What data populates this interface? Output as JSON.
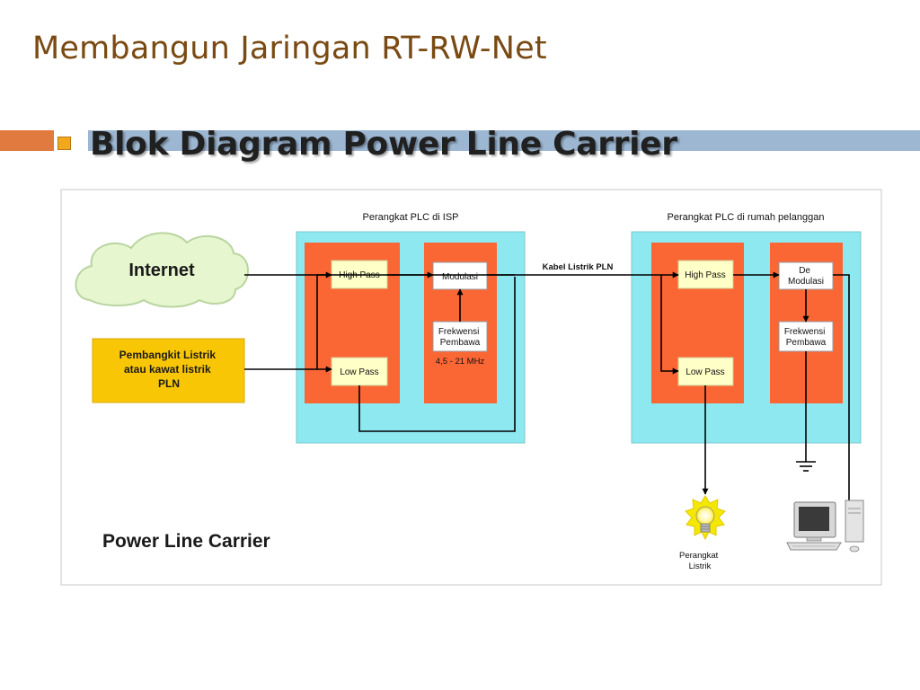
{
  "slide": {
    "title": "Membangun Jaringan RT-RW-Net",
    "heading": "Blok Diagram Power Line Carrier"
  },
  "diagram": {
    "isp_group_label": "Perangkat PLC di ISP",
    "customer_group_label": "Perangkat PLC di rumah pelanggan",
    "internet_label": "Internet",
    "power_source_lines": [
      "Pembangkit Listrik",
      "atau kawat listrik",
      "PLN"
    ],
    "isp_high_pass": "High Pass",
    "isp_low_pass": "Low Pass",
    "modulation": "Modulasi",
    "isp_carrier_lines": [
      "Frekwensi",
      "Pembawa"
    ],
    "frequency_range": "4,5 - 21 MHz",
    "cable_label": "Kabel Listrik PLN",
    "cust_high_pass": "High Pass",
    "cust_low_pass": "Low Pass",
    "demodulation_lines": [
      "De",
      "Modulasi"
    ],
    "cust_carrier_lines": [
      "Frekwensi",
      "Pembawa"
    ],
    "appliance_lines": [
      "Perangkat",
      "Listrik"
    ],
    "caption": "Power Line Carrier",
    "icons": [
      "cloud-icon",
      "light-bulb-icon",
      "ground-icon",
      "computer-icon"
    ],
    "colors": {
      "group_fill": "#8ee8f0",
      "module_fill": "#fb6635",
      "block_fill": "#ffffc8",
      "power_source_fill": "#f9c606",
      "cloud_fill": "#e6f7d0"
    }
  }
}
